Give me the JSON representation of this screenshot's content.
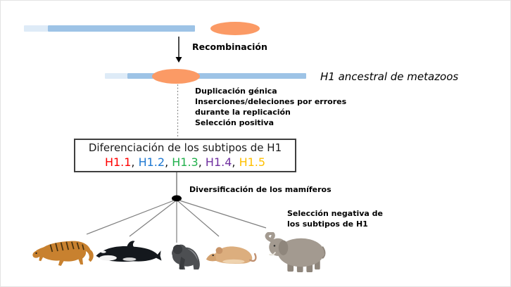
{
  "colors": {
    "bar_light": "#DEEBF7",
    "bar_dark": "#9DC3E6",
    "orf_orange": "#FB9A65",
    "connector": "#7F7F7F",
    "dotted_line": "#8C8C8C",
    "arrow": "#000000",
    "box_border": "#3F3F3F",
    "dot": "#000000",
    "text": "#000000"
  },
  "flow": {
    "recombination_label": "Recombinación",
    "ancestral_label": "H1 ancestral de metazoos",
    "process_lines": [
      "Duplicación génica",
      "Inserciones/deleciones por errores",
      "durante la replicación",
      "Selección positiva"
    ],
    "diversification_label": "Diversificación de los mamíferos",
    "negative_selection_lines": [
      "Selección negativa de",
      "los subtipos de H1"
    ]
  },
  "box": {
    "title": "Diferenciación de los subtipos de H1",
    "separator": ", ",
    "subtypes": [
      {
        "label": "H1.1",
        "color": "#FF0000"
      },
      {
        "label": "H1.2",
        "color": "#2079D2"
      },
      {
        "label": "H1.3",
        "color": "#22B14C"
      },
      {
        "label": "H1.4",
        "color": "#7030A0"
      },
      {
        "label": "H1.5",
        "color": "#FFC000"
      }
    ]
  },
  "animals": [
    {
      "name": "tiger"
    },
    {
      "name": "orca"
    },
    {
      "name": "gorilla"
    },
    {
      "name": "rat"
    },
    {
      "name": "elephant"
    }
  ]
}
